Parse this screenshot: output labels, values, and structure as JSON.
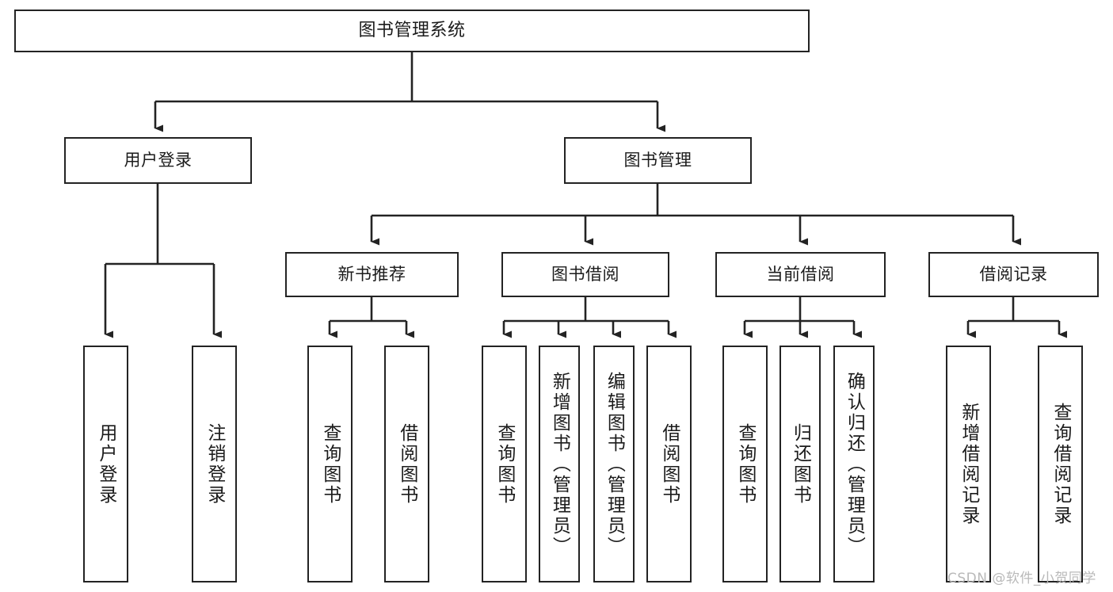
{
  "diagram": {
    "title": "图书管理系统",
    "type": "hierarchy-tree",
    "root": {
      "label": "图书管理系统"
    },
    "level2": [
      {
        "label": "用户登录"
      },
      {
        "label": "图书管理"
      }
    ],
    "level3": [
      {
        "label": "新书推荐"
      },
      {
        "label": "图书借阅"
      },
      {
        "label": "当前借阅"
      },
      {
        "label": "借阅记录"
      }
    ],
    "leaves": {
      "user_login": [
        {
          "label": "用户登录"
        },
        {
          "label": "注销登录"
        }
      ],
      "new_book_recommend": [
        {
          "label": "查询图书"
        },
        {
          "label": "借阅图书"
        }
      ],
      "book_borrow": [
        {
          "label": "查询图书"
        },
        {
          "label": "新增图书（管理员）"
        },
        {
          "label": "编辑图书（管理员）"
        },
        {
          "label": "借阅图书"
        }
      ],
      "current_borrow": [
        {
          "label": "查询图书"
        },
        {
          "label": "归还图书"
        },
        {
          "label": "确认归还（管理员）"
        }
      ],
      "borrow_record": [
        {
          "label": "新增借阅记录"
        },
        {
          "label": "查询借阅记录"
        }
      ]
    },
    "watermark": "CSDN @软件_小贺同学",
    "colors": {
      "stroke": "#232323",
      "fill": "#ffffff",
      "text": "#1b1b1b",
      "watermark": "#b9b9b9"
    }
  }
}
